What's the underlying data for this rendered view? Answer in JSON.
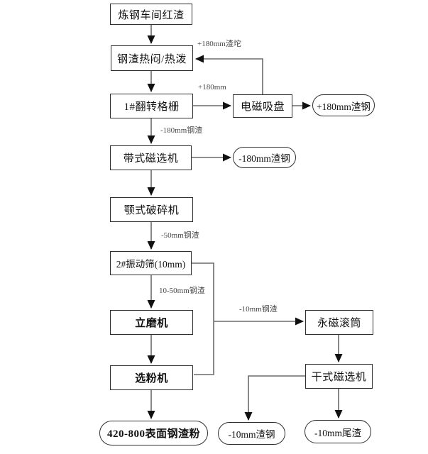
{
  "flowchart": {
    "nodes": {
      "red_slag": {
        "label": "炼钢车间红渣",
        "shape": "rect"
      },
      "hot_stew": {
        "label": "钢渣热闷/热泼",
        "shape": "rect"
      },
      "flip_grid": {
        "label": "1#翻转格栅",
        "shape": "rect"
      },
      "magnet_chuck": {
        "label": "电磁吸盘",
        "shape": "rect"
      },
      "out_plus180": {
        "label": "+180mm渣钢",
        "shape": "stadium"
      },
      "belt_separator": {
        "label": "带式磁选机",
        "shape": "rect"
      },
      "out_minus180": {
        "label": "-180mm渣钢",
        "shape": "stadium"
      },
      "jaw_crusher": {
        "label": "颚式破碎机",
        "shape": "rect"
      },
      "vib_screen": {
        "label": "2#振动筛(10mm)",
        "shape": "rect"
      },
      "vertical_mill": {
        "label": "立磨机",
        "shape": "rect",
        "emphasis": true
      },
      "magnet_drum": {
        "label": "永磁滚筒",
        "shape": "rect"
      },
      "classifier": {
        "label": "选粉机",
        "shape": "rect",
        "emphasis": true
      },
      "dry_separator": {
        "label": "干式磁选机",
        "shape": "rect"
      },
      "out_powder": {
        "label": "420-800表面钢渣粉",
        "shape": "stadium",
        "emphasis": true
      },
      "out_minus10_steel": {
        "label": "-10mm渣钢",
        "shape": "stadium"
      },
      "out_minus10_tail": {
        "label": "-10mm尾渣",
        "shape": "stadium"
      }
    },
    "edge_labels": {
      "plus180_lump": "+180mm渣坨",
      "plus180": "+180mm",
      "minus180_slag": "-180mm钢渣",
      "minus50_slag": "-50mm钢渣",
      "range10_50": "10-50mm钢渣",
      "minus10_slag": "-10mm钢渣"
    },
    "colors": {
      "background": "#ffffff",
      "line": "#6b6b6b",
      "arrowhead": "#111111",
      "box_border": "#2f2f2f",
      "text": "#111111"
    }
  }
}
